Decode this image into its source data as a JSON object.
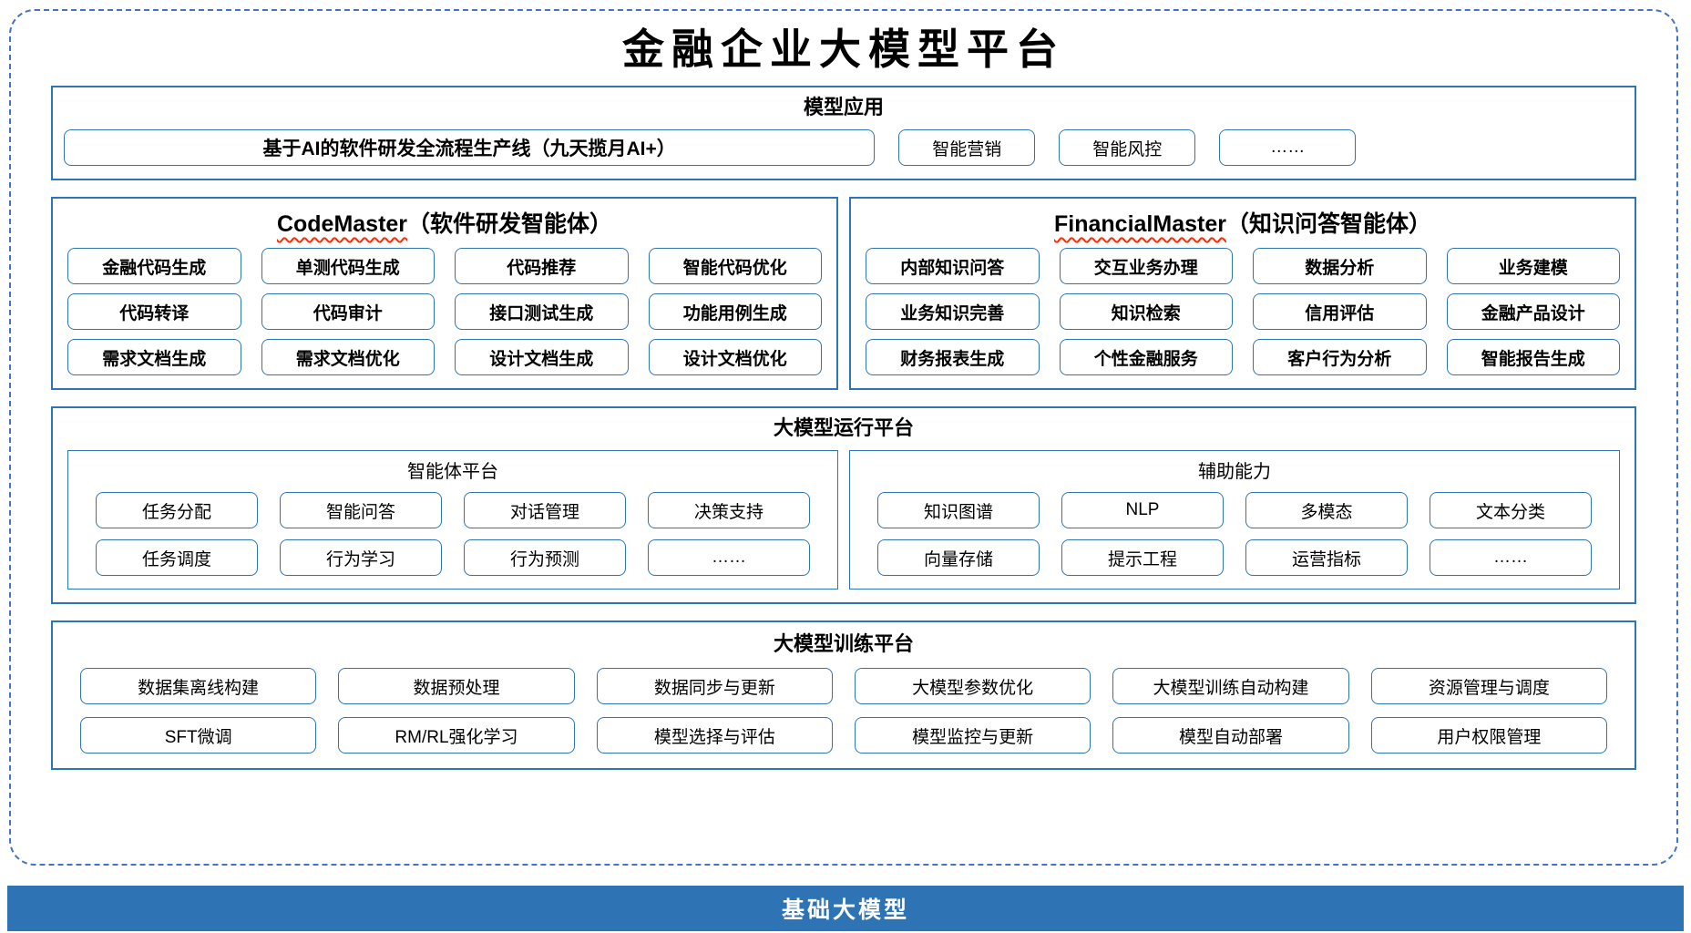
{
  "title": "金融企业大模型平台",
  "colors": {
    "solid_border_blue": "#2E75B6",
    "dashed_border_blue": "#4472C4",
    "banner_blue": "#2E74B5",
    "squiggle_red": "#FF2B00",
    "banner_text": "#FFFFFF"
  },
  "model_app": {
    "header": "模型应用",
    "pipeline_box": "基于AI的软件研发全流程生产线（九天揽月AI+）",
    "boxes": [
      "智能营销",
      "智能风控",
      "……"
    ]
  },
  "agents": {
    "code_master": {
      "name_en": "CodeMaster",
      "name_zh": "（软件研发智能体）",
      "items": [
        "金融代码生成",
        "单测代码生成",
        "代码推荐",
        "智能代码优化",
        "代码转译",
        "代码审计",
        "接口测试生成",
        "功能用例生成",
        "需求文档生成",
        "需求文档优化",
        "设计文档生成",
        "设计文档优化"
      ]
    },
    "financial_master": {
      "name_en": "FinancialMaster",
      "name_zh": "（知识问答智能体）",
      "items": [
        "内部知识问答",
        "交互业务办理",
        "数据分析",
        "业务建模",
        "业务知识完善",
        "知识检索",
        "信用评估",
        "金融产品设计",
        "财务报表生成",
        "个性金融服务",
        "客户行为分析",
        "智能报告生成"
      ]
    }
  },
  "runtime": {
    "header": "大模型运行平台",
    "agent_platform": {
      "title": "智能体平台",
      "items": [
        "任务分配",
        "智能问答",
        "对话管理",
        "决策支持",
        "任务调度",
        "行为学习",
        "行为预测",
        "……"
      ]
    },
    "aux_capability": {
      "title": "辅助能力",
      "items": [
        "知识图谱",
        "NLP",
        "多模态",
        "文本分类",
        "向量存储",
        "提示工程",
        "运营指标",
        "……"
      ]
    }
  },
  "training": {
    "header": "大模型训练平台",
    "items": [
      "数据集离线构建",
      "数据预处理",
      "数据同步与更新",
      "大模型参数优化",
      "大模型训练自动构建",
      "资源管理与调度",
      "SFT微调",
      "RM/RL强化学习",
      "模型选择与评估",
      "模型监控与更新",
      "模型自动部署",
      "用户权限管理"
    ]
  },
  "foundation": {
    "label": "基础大模型"
  }
}
